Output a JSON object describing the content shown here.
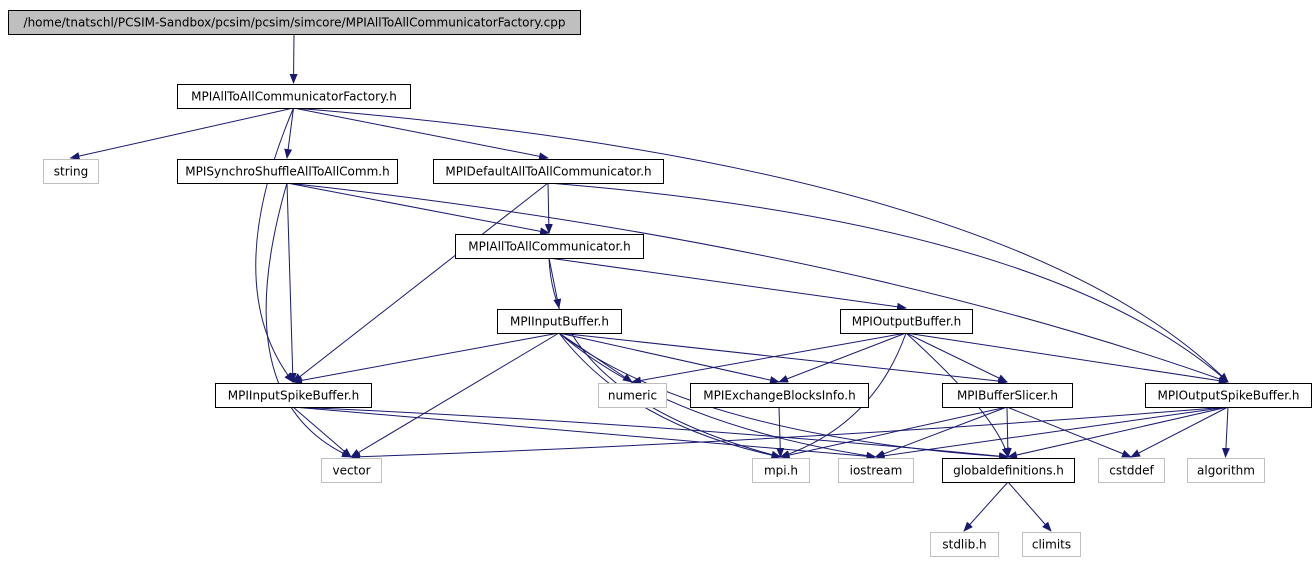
{
  "colors": {
    "background": "#ffffff",
    "edge": "#191970",
    "root_fill": "#bfbfbf",
    "box_border": "#000000",
    "external_border": "#bfbfbf",
    "text": "#000000"
  },
  "nodes": {
    "root": "/home/tnatschl/PCSIM-Sandbox/pcsim/pcsim/simcore/MPIAllToAllCommunicatorFactory.cpp",
    "factory_h": "MPIAllToAllCommunicatorFactory.h",
    "string": "string",
    "synchro_shuffle": "MPISynchroShuffleAllToAllComm.h",
    "default_comm": "MPIDefaultAllToAllCommunicator.h",
    "all_to_all": "MPIAllToAllCommunicator.h",
    "input_buffer": "MPIInputBuffer.h",
    "output_buffer": "MPIOutputBuffer.h",
    "input_spike_buffer": "MPIInputSpikeBuffer.h",
    "numeric": "numeric",
    "exchange_blocks": "MPIExchangeBlocksInfo.h",
    "buffer_slicer": "MPIBufferSlicer.h",
    "output_spike_buffer": "MPIOutputSpikeBuffer.h",
    "vector": "vector",
    "mpi": "mpi.h",
    "iostream": "iostream",
    "globaldefinitions": "globaldefinitions.h",
    "cstddef": "cstddef",
    "algorithm": "algorithm",
    "stdlib": "stdlib.h",
    "climits": "climits"
  },
  "edges": [
    [
      "root",
      "factory_h"
    ],
    [
      "factory_h",
      "string"
    ],
    [
      "factory_h",
      "synchro_shuffle"
    ],
    [
      "factory_h",
      "default_comm"
    ],
    [
      "factory_h",
      "input_spike_buffer"
    ],
    [
      "factory_h",
      "output_spike_buffer"
    ],
    [
      "synchro_shuffle",
      "all_to_all"
    ],
    [
      "synchro_shuffle",
      "input_spike_buffer"
    ],
    [
      "synchro_shuffle",
      "vector"
    ],
    [
      "synchro_shuffle",
      "output_spike_buffer"
    ],
    [
      "default_comm",
      "all_to_all"
    ],
    [
      "default_comm",
      "input_spike_buffer"
    ],
    [
      "default_comm",
      "output_spike_buffer"
    ],
    [
      "all_to_all",
      "input_buffer"
    ],
    [
      "all_to_all",
      "output_buffer"
    ],
    [
      "all_to_all",
      "mpi"
    ],
    [
      "input_buffer",
      "input_spike_buffer"
    ],
    [
      "input_buffer",
      "numeric"
    ],
    [
      "input_buffer",
      "exchange_blocks"
    ],
    [
      "input_buffer",
      "buffer_slicer"
    ],
    [
      "input_buffer",
      "vector"
    ],
    [
      "input_buffer",
      "mpi"
    ],
    [
      "input_buffer",
      "iostream"
    ],
    [
      "input_buffer",
      "globaldefinitions"
    ],
    [
      "output_buffer",
      "numeric"
    ],
    [
      "output_buffer",
      "exchange_blocks"
    ],
    [
      "output_buffer",
      "buffer_slicer"
    ],
    [
      "output_buffer",
      "output_spike_buffer"
    ],
    [
      "output_buffer",
      "mpi"
    ],
    [
      "output_buffer",
      "globaldefinitions"
    ],
    [
      "input_spike_buffer",
      "vector"
    ],
    [
      "input_spike_buffer",
      "iostream"
    ],
    [
      "input_spike_buffer",
      "globaldefinitions"
    ],
    [
      "exchange_blocks",
      "mpi"
    ],
    [
      "buffer_slicer",
      "mpi"
    ],
    [
      "buffer_slicer",
      "iostream"
    ],
    [
      "buffer_slicer",
      "globaldefinitions"
    ],
    [
      "buffer_slicer",
      "cstddef"
    ],
    [
      "output_spike_buffer",
      "vector"
    ],
    [
      "output_spike_buffer",
      "iostream"
    ],
    [
      "output_spike_buffer",
      "globaldefinitions"
    ],
    [
      "output_spike_buffer",
      "cstddef"
    ],
    [
      "output_spike_buffer",
      "algorithm"
    ],
    [
      "globaldefinitions",
      "stdlib"
    ],
    [
      "globaldefinitions",
      "climits"
    ]
  ]
}
